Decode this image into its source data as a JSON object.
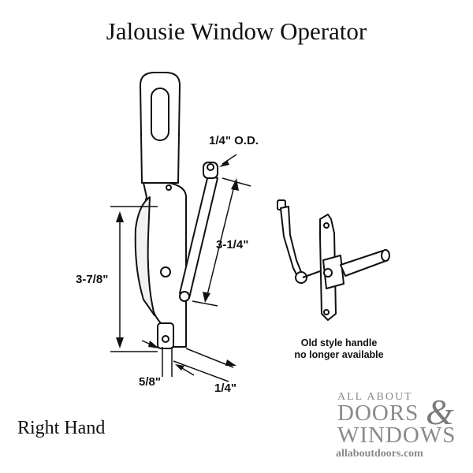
{
  "title": "Jalousie Window Operator",
  "dimensions": {
    "shaft_od": "1/4\" O.D.",
    "arm_length": "3-1/4\"",
    "body_height": "3-7/8\"",
    "body_width": "5/8\"",
    "body_depth": "1/4\""
  },
  "note": {
    "line1": "Old style handle",
    "line2": "no longer available"
  },
  "hand_label": "Right Hand",
  "logo": {
    "line1": "ALL ABOUT",
    "line2": "DOORS",
    "ampersand": "&",
    "line3": "WINDOWS",
    "line4": "allaboutdoors.com"
  }
}
